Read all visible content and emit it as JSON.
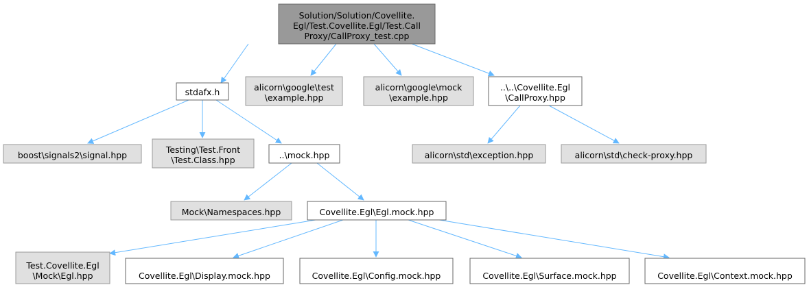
{
  "diagram": {
    "nodes": [
      {
        "id": "root",
        "lines": [
          "Solution/Solution/Covellite.",
          "Egl/Test.Covellite.Egl/Test.Call",
          "Proxy/CallProxy_test.cpp"
        ],
        "style": "root"
      },
      {
        "id": "stdafx",
        "lines": [
          "stdafx.h"
        ],
        "style": "white"
      },
      {
        "id": "gtest",
        "lines": [
          "alicorn\\google\\test",
          "\\example.hpp"
        ],
        "style": "gray"
      },
      {
        "id": "gmock",
        "lines": [
          "alicorn\\google\\mock",
          "\\example.hpp"
        ],
        "style": "gray"
      },
      {
        "id": "callproxy",
        "lines": [
          "..\\..\\Covellite.Egl",
          "\\CallProxy.hpp"
        ],
        "style": "white"
      },
      {
        "id": "signal",
        "lines": [
          "boost\\signals2\\signal.hpp"
        ],
        "style": "gray"
      },
      {
        "id": "testclass",
        "lines": [
          "Testing\\Test.Front",
          "\\Test.Class.hpp"
        ],
        "style": "gray"
      },
      {
        "id": "mock",
        "lines": [
          "..\\mock.hpp"
        ],
        "style": "white"
      },
      {
        "id": "exception",
        "lines": [
          "alicorn\\std\\exception.hpp"
        ],
        "style": "gray"
      },
      {
        "id": "checkproxy",
        "lines": [
          "alicorn\\std\\check-proxy.hpp"
        ],
        "style": "gray"
      },
      {
        "id": "namespaces",
        "lines": [
          "Mock\\Namespaces.hpp"
        ],
        "style": "gray"
      },
      {
        "id": "eglmock",
        "lines": [
          "Covellite.Egl\\Egl.mock.hpp"
        ],
        "style": "white"
      },
      {
        "id": "testegl",
        "lines": [
          "Test.Covellite.Egl",
          "\\Mock\\Egl.hpp"
        ],
        "style": "gray"
      },
      {
        "id": "display",
        "lines": [
          "Covellite.Egl\\Display.mock.hpp"
        ],
        "style": "white"
      },
      {
        "id": "config",
        "lines": [
          "Covellite.Egl\\Config.mock.hpp"
        ],
        "style": "white"
      },
      {
        "id": "surface",
        "lines": [
          "Covellite.Egl\\Surface.mock.hpp"
        ],
        "style": "white"
      },
      {
        "id": "context",
        "lines": [
          "Covellite.Egl\\Context.mock.hpp"
        ],
        "style": "white"
      }
    ],
    "edges": [
      [
        "root",
        "stdafx"
      ],
      [
        "root",
        "gtest"
      ],
      [
        "root",
        "gmock"
      ],
      [
        "root",
        "callproxy"
      ],
      [
        "stdafx",
        "signal"
      ],
      [
        "stdafx",
        "testclass"
      ],
      [
        "stdafx",
        "mock"
      ],
      [
        "callproxy",
        "exception"
      ],
      [
        "callproxy",
        "checkproxy"
      ],
      [
        "mock",
        "namespaces"
      ],
      [
        "mock",
        "eglmock"
      ],
      [
        "eglmock",
        "testegl"
      ],
      [
        "eglmock",
        "display"
      ],
      [
        "eglmock",
        "config"
      ],
      [
        "eglmock",
        "surface"
      ],
      [
        "eglmock",
        "context"
      ]
    ],
    "colors": {
      "edge": "#63b8ff",
      "root_fill": "#999999",
      "gray_fill": "#e0e0e0",
      "gray_stroke": "#999999",
      "white_fill": "#ffffff",
      "white_stroke": "#666666",
      "root_stroke": "#666666"
    }
  }
}
